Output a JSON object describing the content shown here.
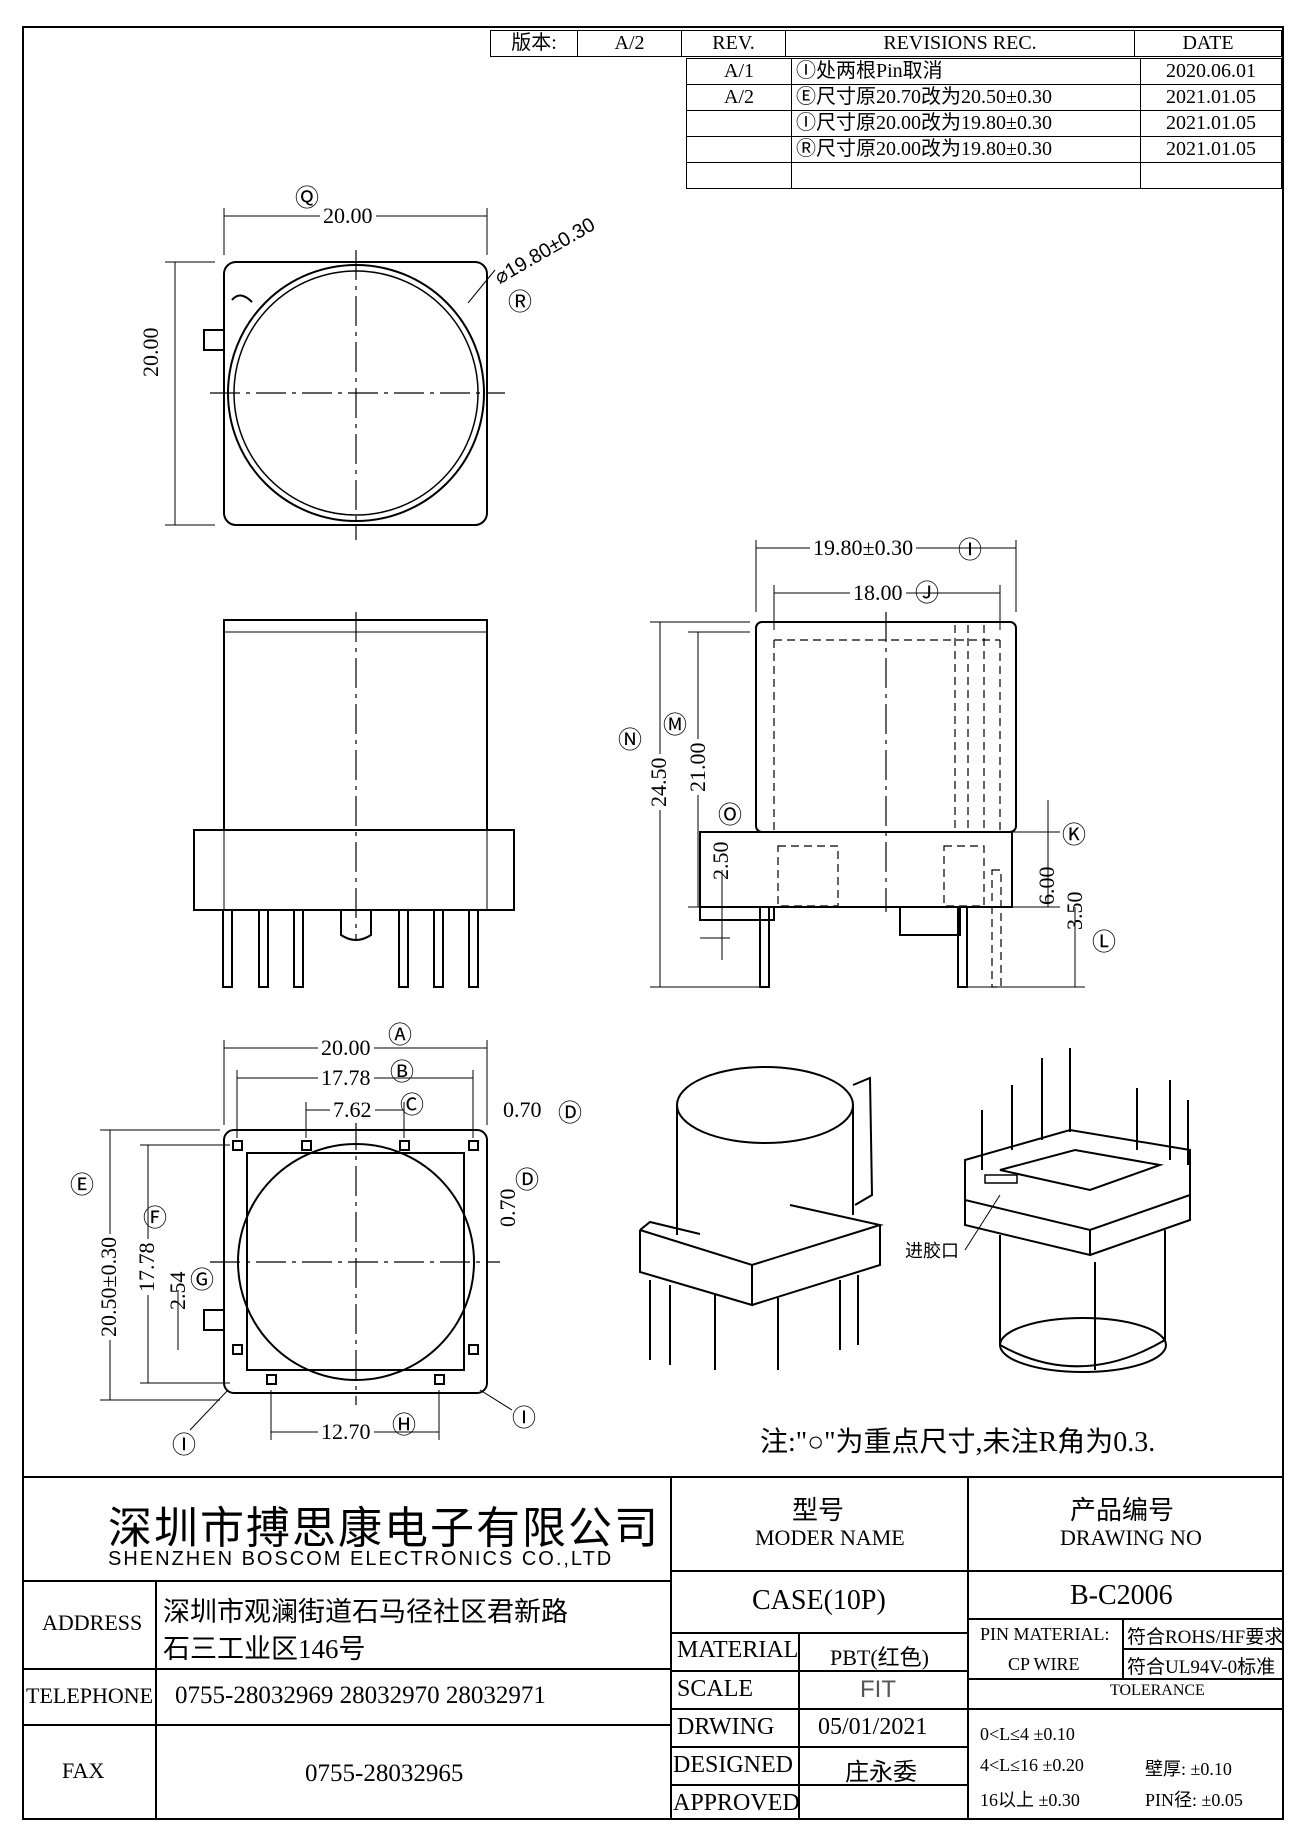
{
  "revision_table": {
    "version_label": "版本:",
    "version_value": "A/2",
    "header": {
      "rev": "REV.",
      "rec": "REVISIONS REC.",
      "date": "DATE"
    },
    "rows": [
      {
        "rev": "A/1",
        "rec": "Ⓘ处两根Pin取消",
        "date": "2020.06.01"
      },
      {
        "rev": "A/2",
        "rec": "Ⓔ尺寸原20.70改为20.50±0.30",
        "date": "2021.01.05"
      },
      {
        "rev": "",
        "rec": "Ⓘ尺寸原20.00改为19.80±0.30",
        "date": "2021.01.05"
      },
      {
        "rev": "",
        "rec": "Ⓡ尺寸原20.00改为19.80±0.30",
        "date": "2021.01.05"
      },
      {
        "rev": "",
        "rec": "",
        "date": ""
      }
    ]
  },
  "top_view": {
    "q_mark": "Ⓠ",
    "q_dim": "20.00",
    "p_mark": "Ⓟ",
    "p_dim": "20.00",
    "r_dim": "⌀19.80±0.30",
    "r_mark": "Ⓡ"
  },
  "side_view": {
    "i_dim": "19.80±0.30",
    "i_mark": "Ⓘ",
    "j_dim": "18.00",
    "j_mark": "Ⓙ",
    "n_mark": "Ⓝ",
    "n_dim": "24.50",
    "m_mark": "Ⓜ",
    "m_dim": "21.00",
    "o_mark": "Ⓞ",
    "o_dim": "2.50",
    "k_mark": "Ⓚ",
    "k_dim": "6.00",
    "l_dim": "3.50",
    "l_mark": "Ⓛ"
  },
  "bottom_view": {
    "a_dim": "20.00",
    "a_mark": "Ⓐ",
    "b_dim": "17.78",
    "b_mark": "Ⓑ",
    "c_dim": "7.62",
    "c_mark": "Ⓒ",
    "d_dim": "0.70",
    "d_mark": "Ⓓ",
    "d2_dim": "0.70",
    "d2_mark": "Ⓓ",
    "e_mark": "Ⓔ",
    "e_dim": "20.50±0.30",
    "f_mark": "Ⓕ",
    "f_dim": "17.78",
    "g_mark": "Ⓖ",
    "g_dim": "2.54",
    "h_dim": "12.70",
    "h_mark": "Ⓗ",
    "i_mark_left": "Ⓘ",
    "i_mark_right": "Ⓘ"
  },
  "iso_label": "进胶口",
  "note": "注:\"○\"为重点尺寸,未注R角为0.3.",
  "title_block": {
    "company_cn": "深圳市搏思康电子有限公司",
    "company_en": "SHENZHEN  BOSCOM  ELECTRONICS  CO.,LTD",
    "address_label": "ADDRESS",
    "address_line1": "深圳市观澜街道石马径社区君新路",
    "address_line2": "石三工业区146号",
    "telephone_label": "TELEPHONE",
    "telephone_value": "0755-28032969  28032970  28032971",
    "fax_label": "FAX",
    "fax_value": "0755-28032965",
    "model_label_cn": "型号",
    "model_label_en": "MODER NAME",
    "model_value": "CASE(10P)",
    "drawing_no_label_cn": "产品编号",
    "drawing_no_label_en": "DRAWING NO",
    "drawing_no_value": "B-C2006",
    "material_label": "MATERIAL",
    "material_value": "PBT(红色)",
    "scale_label": "SCALE",
    "scale_value": "FIT",
    "drwing_label": "DRWING",
    "drwing_value": "05/01/2021",
    "designed_label": "DESIGNED",
    "designed_value": "庄永委",
    "approved_label": "APPROVED",
    "approved_value": "",
    "pin_material_label": "PIN MATERIAL:",
    "pin_material_value": "符合ROHS/HF要求",
    "cp_wire_label": "CP WIRE",
    "cp_wire_value": "符合UL94V-0标准",
    "tolerance_label": "TOLERANCE",
    "tol_row1": "0<L≤4  ±0.10",
    "tol_row2": "4<L≤16  ±0.20",
    "tol_row3": "16以上     ±0.30",
    "wall_label": "壁厚:  ±0.10",
    "pin_dia_label": "PIN径: ±0.05"
  }
}
